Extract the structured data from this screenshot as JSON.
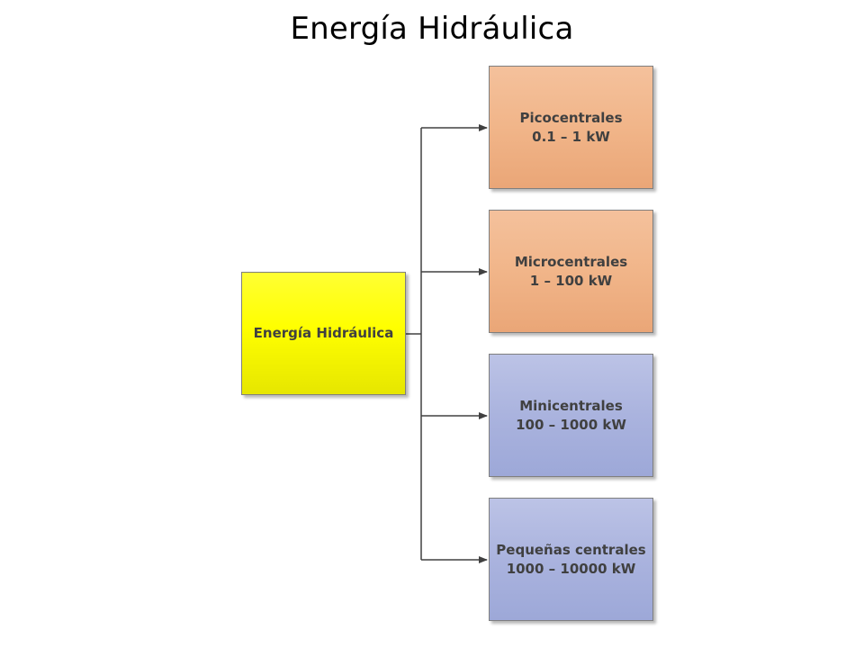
{
  "title": "Energía Hidráulica",
  "root": {
    "label": "Energía Hidráulica",
    "color": "#ffff00"
  },
  "children": [
    {
      "name": "Picocentrales",
      "range": "0.1 – 1 kW",
      "color": "#f1b589"
    },
    {
      "name": "Microcentrales",
      "range": "1 – 100 kW",
      "color": "#f1b589"
    },
    {
      "name": "Minicentrales",
      "range": "100 – 1000 kW",
      "color": "#aab3de"
    },
    {
      "name": "Pequeñas centrales",
      "range": "1000 – 10000 kW",
      "color": "#aab3de"
    }
  ],
  "connector_color": "#404040"
}
